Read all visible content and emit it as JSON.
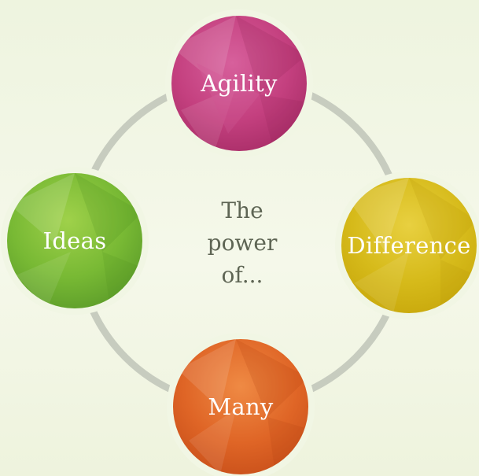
{
  "center_text": [
    "The",
    "power",
    "of..."
  ],
  "nodes": [
    {
      "id": "agility",
      "label": "Agility",
      "color": "#c8468a"
    },
    {
      "id": "difference",
      "label": "Difference",
      "color": "#d9bf1c"
    },
    {
      "id": "many",
      "label": "Many",
      "color": "#e06a2a"
    },
    {
      "id": "ideas",
      "label": "Ideas",
      "color": "#7cbc3a"
    }
  ],
  "connector_color": "#c7ccbf",
  "background_color": "#f1f6e4"
}
